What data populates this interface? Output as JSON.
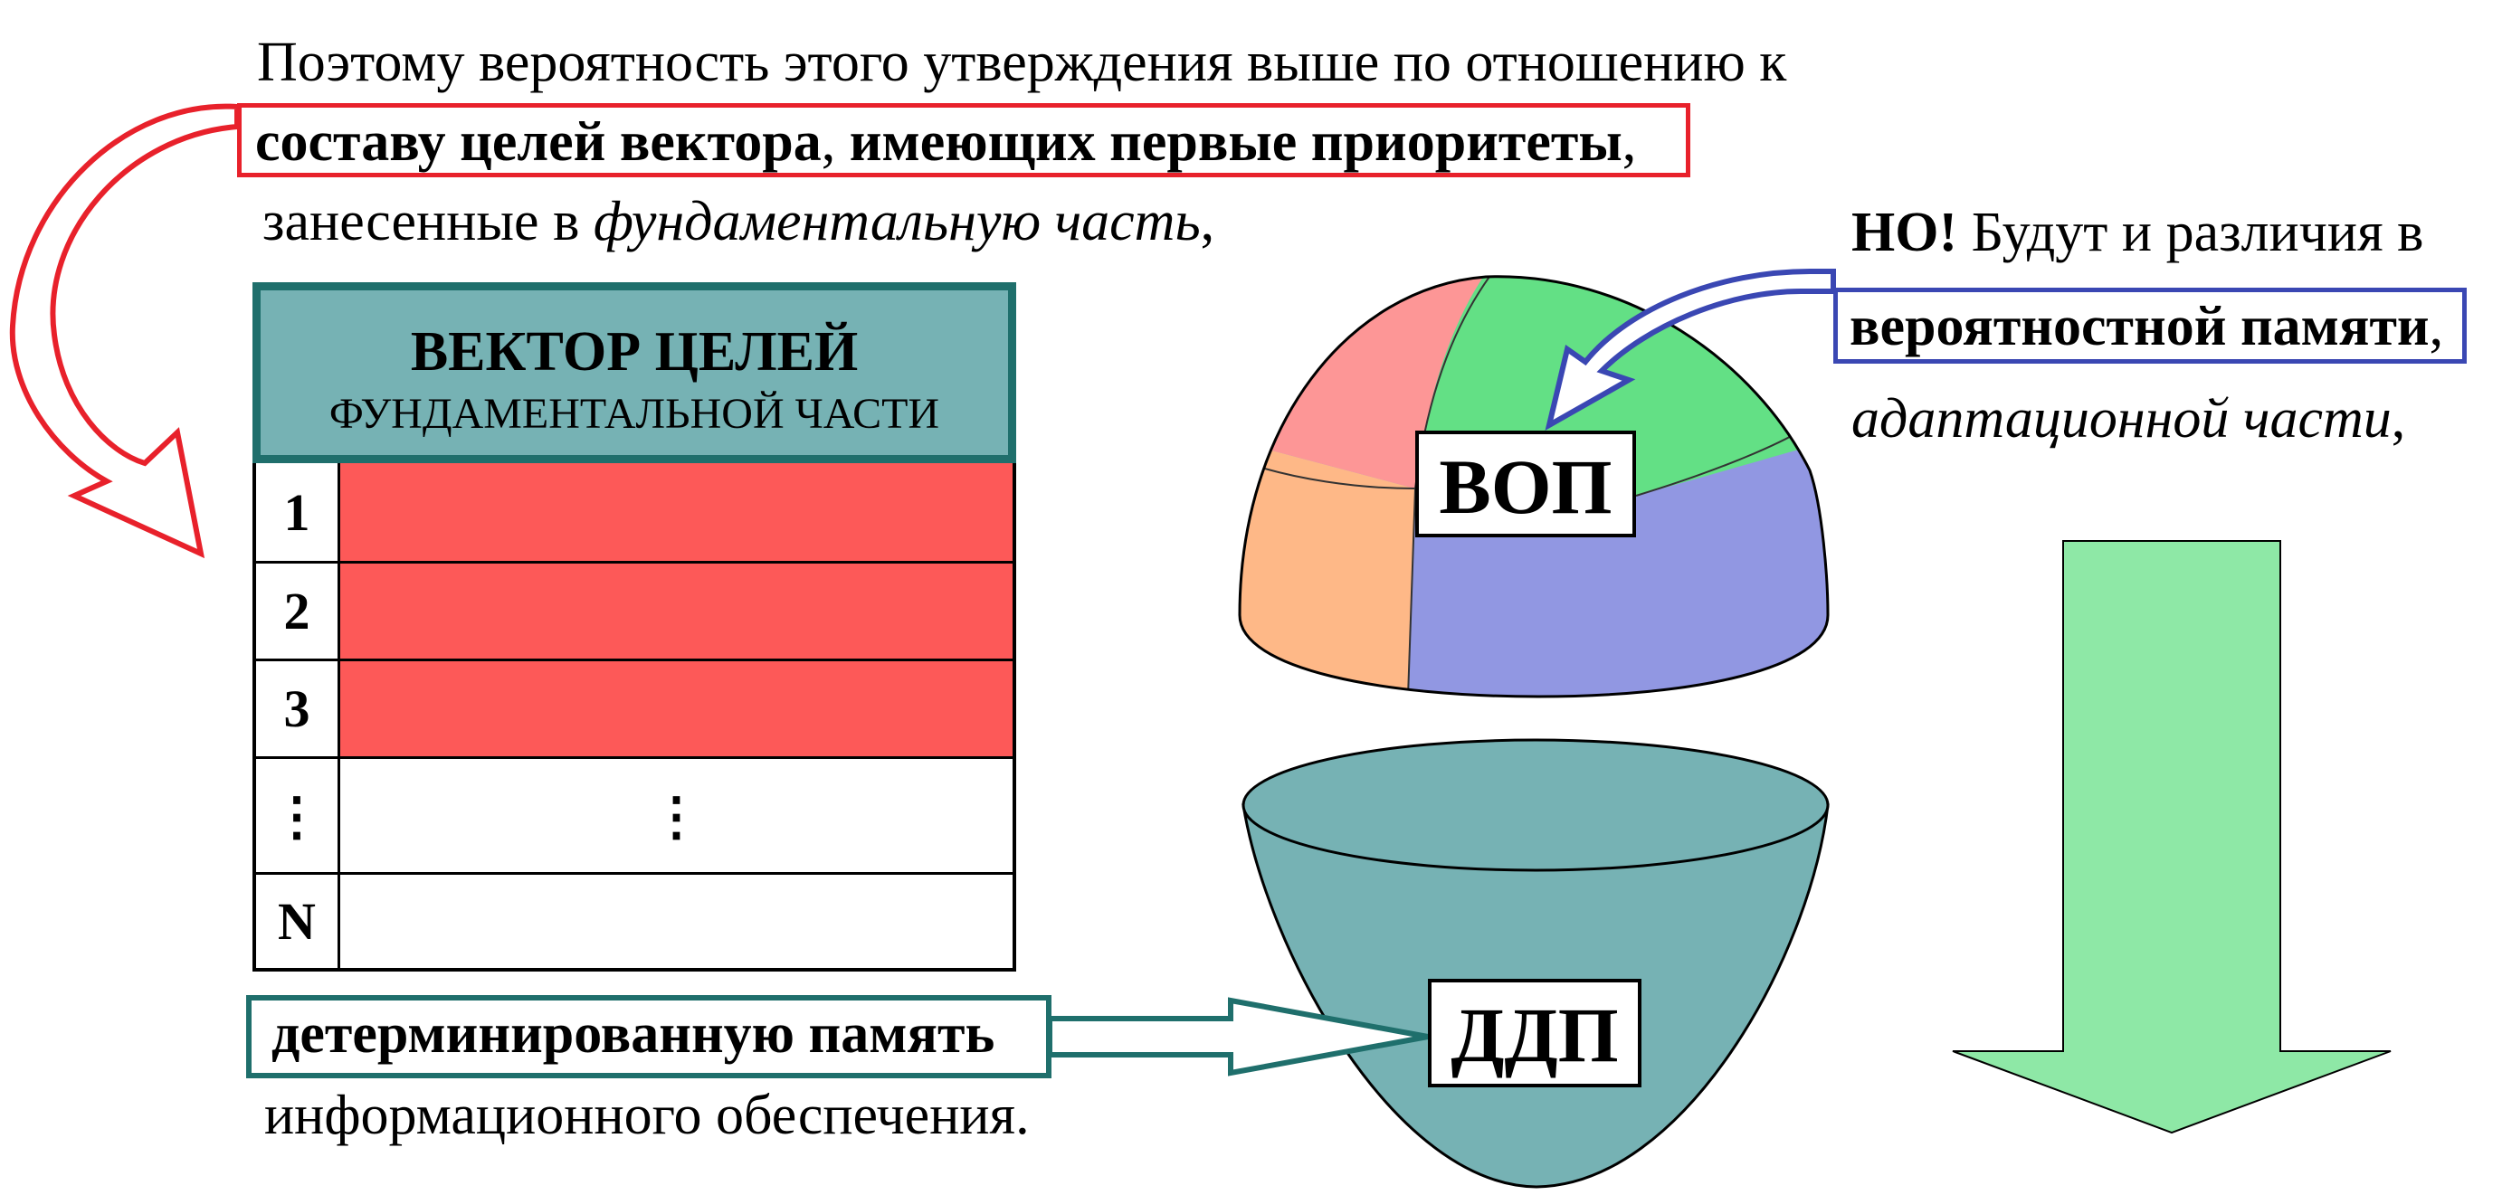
{
  "intro": {
    "line1": "Поэтому вероятность этого утверждения выше по отношению к",
    "line2_bold_a": "составу целей вектора",
    "line2_sep": ", ",
    "line2_bold_b": "имеющих первые приоритеты",
    "line2_end": ",",
    "line3_plain": "занесенные в ",
    "line3_italic": "фундаментальную часть",
    "line3_end": ","
  },
  "vector": {
    "title": "ВЕКТОР ЦЕЛЕЙ",
    "subtitle": "ФУНДАМЕНТАЛЬНОЙ ЧАСТИ",
    "rows": [
      {
        "num": "1",
        "cell": "",
        "priority": true
      },
      {
        "num": "2",
        "cell": "",
        "priority": true
      },
      {
        "num": "3",
        "cell": "",
        "priority": true
      },
      {
        "num": "⋮",
        "cell": "⋮",
        "priority": false
      },
      {
        "num": "N",
        "cell": "",
        "priority": false
      }
    ]
  },
  "right": {
    "line1_bold": "НО!",
    "line1_plain": " Будут и различия в",
    "line2_bold": "вероятностной памяти",
    "line2_end": ",",
    "line3_italic": "адаптационной части",
    "line3_end": ","
  },
  "labels": {
    "vop": "ВОП",
    "ddp": "ДДП"
  },
  "bottom": {
    "det": "детерминированную память",
    "info": "информационного обеспечения."
  },
  "colors": {
    "red_outline": "#e8212b",
    "blue_outline": "#3a47b3",
    "teal": "#76b2b4",
    "teal_dark": "#1f6f6c",
    "priority_red": "#fd5958",
    "green_arrow": "#8ee8a6",
    "seg_pink": "#fd9696",
    "seg_green": "#63e085",
    "seg_orange": "#feb887",
    "seg_blue": "#9197e2"
  }
}
